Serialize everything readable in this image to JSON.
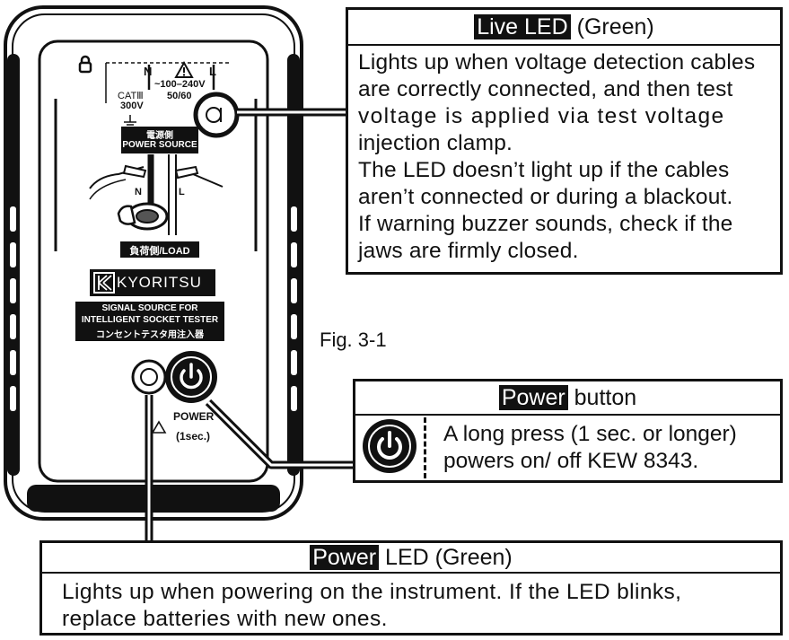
{
  "device": {
    "n_label": "N",
    "l_label": "L",
    "voltage_range": "~100–240V",
    "frequency": "50/60",
    "cat_rating": "CATⅢ",
    "cat_voltage": "300V",
    "power_source_jp": "電源側",
    "power_source_en": "POWER SOURCE",
    "clip_n": "N",
    "clip_l": "L",
    "load_label": "負荷側/LOAD",
    "brand": "KYORITSU",
    "product_line1": "SIGNAL SOURCE FOR",
    "product_line2": "INTELLIGENT SOCKET TESTER",
    "product_line3": "コンセントテスタ用注入器",
    "power_label": "POWER",
    "power_press": "(1sec.)"
  },
  "fig_caption": "Fig. 3-1",
  "live_led": {
    "title_inv": "Live LED",
    "title_rest": " (Green)",
    "lines": [
      "Lights up when voltage detection cables",
      "are correctly connected, and then test",
      "voltage is applied via test voltage",
      "injection clamp.",
      "The LED doesn’t light up if the cables",
      "aren’t connected or during a blackout.",
      "If warning buzzer sounds, check if the",
      "jaws are firmly closed."
    ]
  },
  "power_button": {
    "title_inv": "Power",
    "title_rest": " button",
    "lines": [
      "A long press (1 sec. or longer)",
      "powers on/ off KEW 8343."
    ]
  },
  "power_led": {
    "title_inv": "Power",
    "title_rest": " LED (Green)",
    "lines": [
      "Lights up when powering on the instrument. If the LED blinks,",
      "replace batteries with new ones."
    ]
  }
}
